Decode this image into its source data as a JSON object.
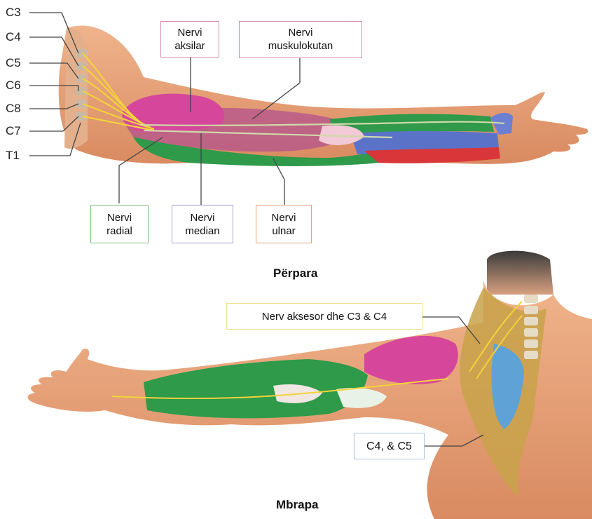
{
  "spinal_levels": [
    "C3",
    "C4",
    "C5",
    "C6",
    "C8",
    "C7",
    "T1"
  ],
  "front_labels": {
    "axillary": "Nervi aksilar",
    "musculocutaneous": "Nervi muskulokutan",
    "radial": "Nervi radial",
    "median": "Nervi median",
    "ulnar": "Nervi ulnar"
  },
  "back_labels": {
    "accessory": "Nerv aksesor dhe C3 & C4",
    "c4c5": "C4, & C5"
  },
  "captions": {
    "front": "Përpara",
    "back": "Mbrapa"
  },
  "colors": {
    "skin": "#e8a27a",
    "deltoid": "#d6479b",
    "green_muscle": "#2e9a4a",
    "blue_muscle": "#5a73c8",
    "red_muscle": "#d9363a",
    "trapezius": "#c8a24a",
    "nerve": "#f3d23a",
    "label_border_axillary": "#d88bb0",
    "label_border_radial": "#7cc07c",
    "label_border_median": "#a49ad0",
    "label_border_ulnar": "#e8a07c",
    "label_border_accessory": "#f0e08a",
    "label_border_c4c5": "#a9c0cf"
  }
}
